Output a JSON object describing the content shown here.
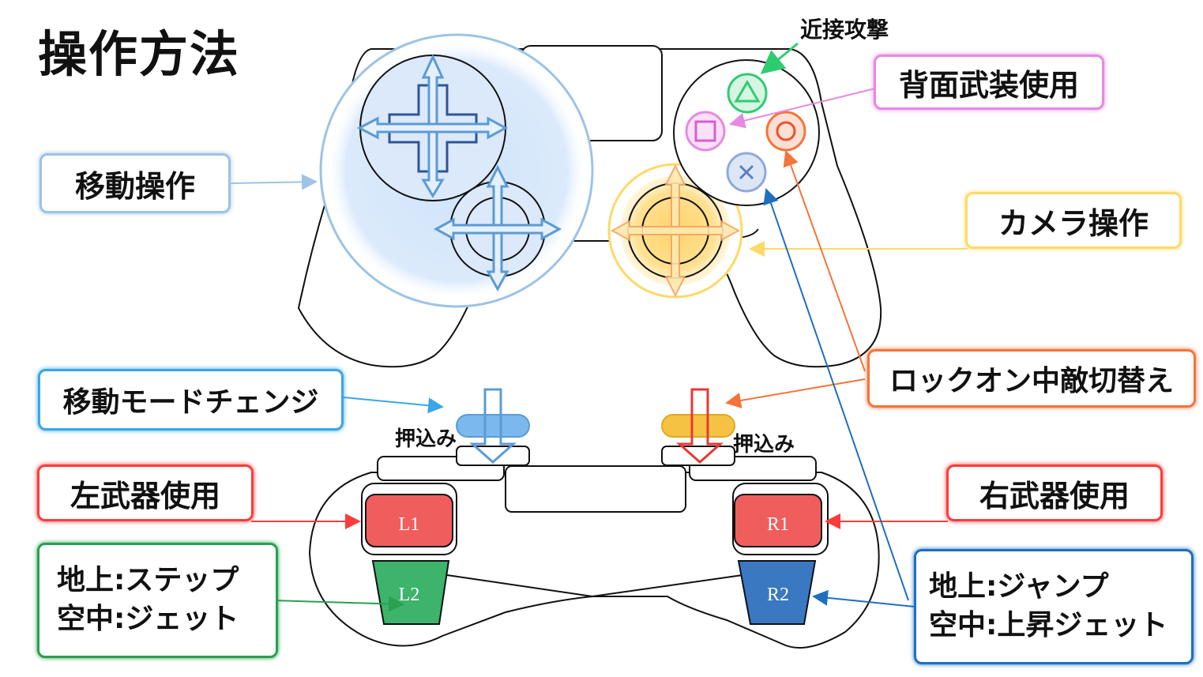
{
  "title": "操作方法",
  "labels": {
    "melee": "近接攻撃",
    "back_weapon": "背面武装使用",
    "move": "移動操作",
    "camera": "カメラ操作",
    "move_mode": "移動モードチェンジ",
    "lock_on": "ロックオン中敵切替え",
    "left_weapon": "左武器使用",
    "right_weapon": "右武器使用",
    "l2_ground": "地上:ステップ",
    "l2_air": "空中:ジェット",
    "r2_ground": "地上:ジャンプ",
    "r2_air": "空中:上昇ジェット",
    "press_left": "押込み",
    "press_right": "押込み"
  },
  "buttons": {
    "l1": "L1",
    "l2": "L2",
    "r1": "R1",
    "r2": "R2"
  },
  "colors": {
    "move": "#5b9bd5",
    "camera": "#ffc000",
    "back_weapon": "#e58ae0",
    "lock_on": "#f4743b",
    "melee": "#2ecc71",
    "weapon": "#ff4d4d",
    "l2": "#3db36b",
    "r2": "#3a78c2",
    "move_mode": "#3aa6e8"
  }
}
